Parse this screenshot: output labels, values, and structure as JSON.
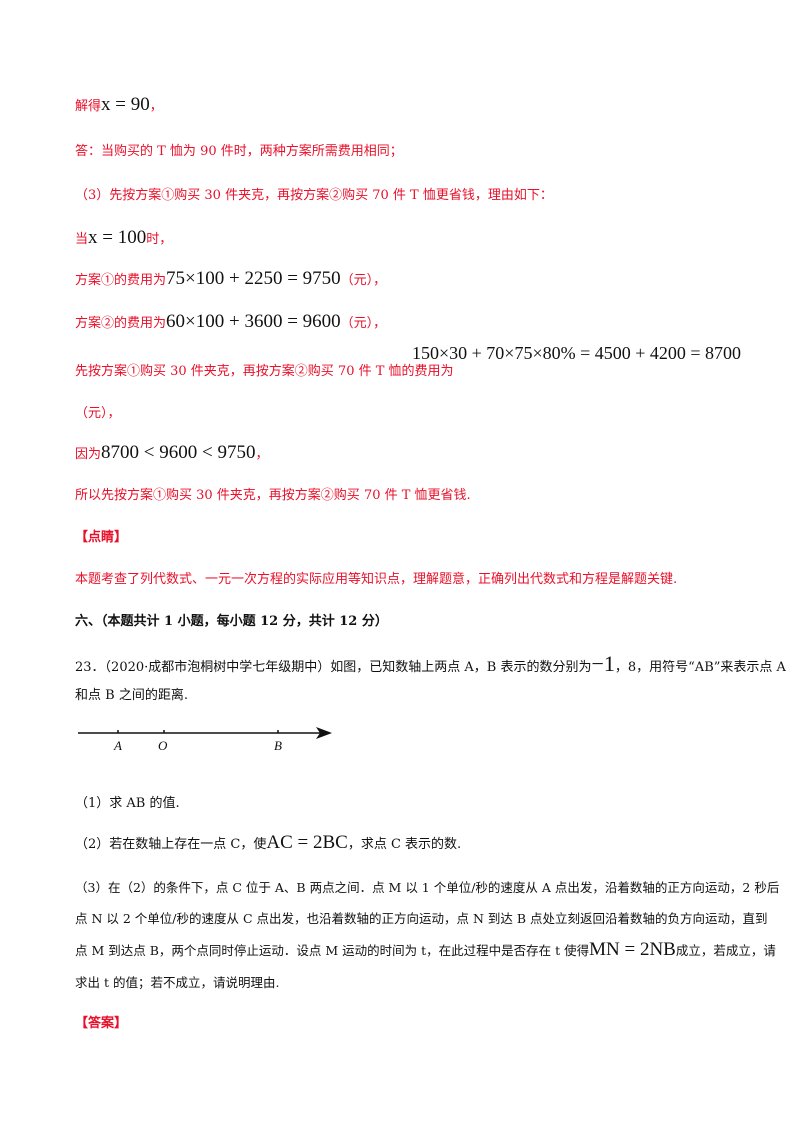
{
  "solution": {
    "line1_prefix": "解得",
    "line1_math": "x = 90",
    "line1_suffix": "，",
    "line2": "答：当购买的 T 恤为 90 件时，两种方案所需费用相同；",
    "line3": "（3）先按方案①购买 30 件夹克，再按方案②购买 70 件 T 恤更省钱，理由如下：",
    "line4_prefix": "当",
    "line4_math": "x = 100",
    "line4_suffix": "时，",
    "line5_prefix": "方案①的费用为",
    "line5_math": "75×100 + 2250 = 9750",
    "line5_suffix": "（元），",
    "line6_prefix": "方案②的费用为",
    "line6_math": "60×100 + 3600 = 9600",
    "line6_suffix": "（元），",
    "line7_text": "先按方案①购买 30 件夹克，再按方案②购买 70 件 T 恤的费用为",
    "line7_math": "150×30 + 70×75×80% = 4500 + 4200 = 8700",
    "line8": "（元），",
    "line9_prefix": "因为",
    "line9_math": "8700 < 9600 < 9750",
    "line9_suffix": "，",
    "line10": "所以先按方案①购买 30 件夹克，再按方案②购买 70 件 T 恤更省钱."
  },
  "comment": {
    "heading": "【点睛】",
    "text": "本题考查了列代数式、一元一次方程的实际应用等知识点，理解题意，正确列出代数式和方程是解题关键."
  },
  "section": {
    "title": "六、（本题共计 1 小题，每小题 12 分，共计 12 分）"
  },
  "problem": {
    "intro_a": "23．（2020·成都市泡桐树中学七年级期中）如图，已知数轴上两点 A，B 表示的数分别为",
    "intro_math": "−1",
    "intro_b": "，8，用符号“AB”来表示点 A",
    "intro_line2": "和点 B 之间的距离.",
    "axis_labels": [
      "A",
      "O",
      "B"
    ],
    "q1": "（1）求 AB 的值.",
    "q2_prefix": "（2）若在数轴上存在一点 C，使",
    "q2_math": "AC = 2BC",
    "q2_suffix": "，求点 C 表示的数.",
    "q3_line1": "（3）在（2）的条件下，点 C 位于 A、B 两点之间．点 M 以 1 个单位/秒的速度从 A 点出发，沿着数轴的正方向运动，2 秒后",
    "q3_line2": "点 N 以 2 个单位/秒的速度从 C 点出发，也沿着数轴的正方向运动，点 N 到达 B 点处立刻返回沿着数轴的负方向运动，直到",
    "q3_line3_prefix": "点 M 到达点 B，两个点同时停止运动．设点 M 运动的时间为 t，在此过程中是否存在 t 使得",
    "q3_line3_math": "MN = 2NB",
    "q3_line3_suffix": "成立，若成立，请",
    "q3_line4": "求出 t 的值；若不成立，请说明理由."
  },
  "answer": {
    "heading": "【答案】"
  }
}
